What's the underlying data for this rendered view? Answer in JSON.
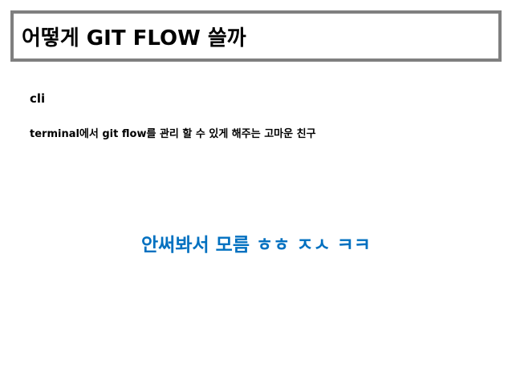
{
  "slide": {
    "title": "어떻게 GIT FLOW 쓸까",
    "lines": [
      "cli",
      "terminal에서 git flow를 관리 할 수 있게 해주는 고마운 친구"
    ],
    "highlight": "안써봐서 모름 ㅎㅎ ㅈㅅ ㅋㅋ"
  },
  "colors": {
    "title_border": "#7f7f7f",
    "highlight": "#0070c0"
  }
}
